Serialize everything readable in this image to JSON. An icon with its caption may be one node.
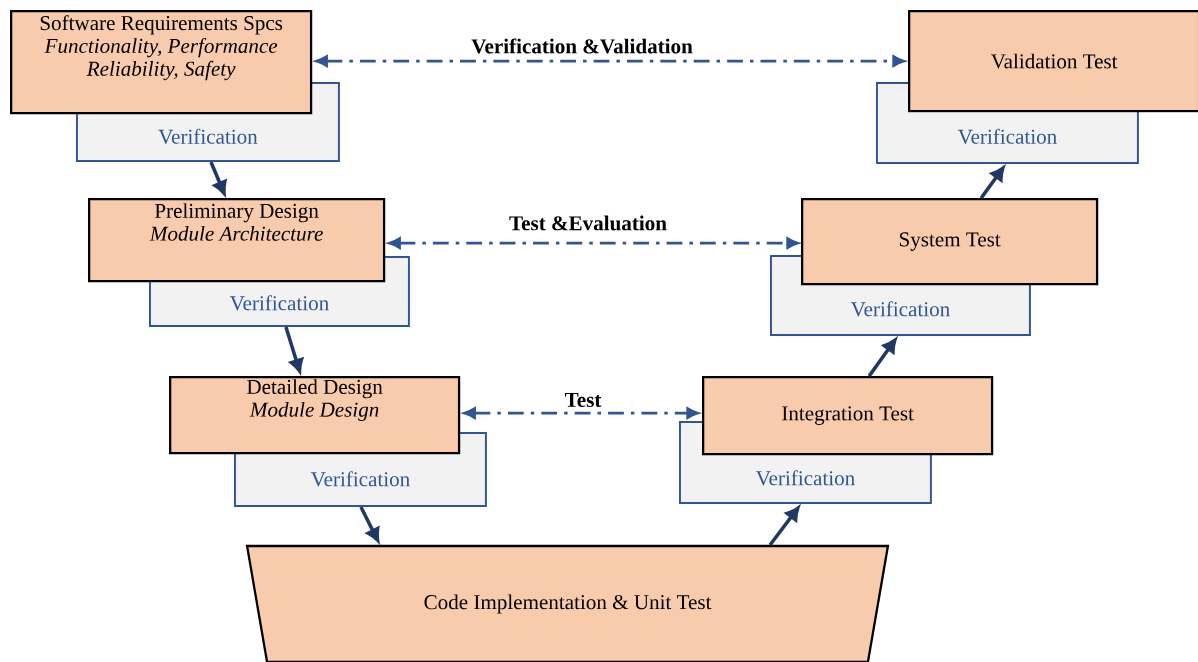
{
  "diagram": {
    "nodes": [
      {
        "text": [
          "Software Requirements Spcs",
          "Functionality, Performance Reliability, Safety"
        ]
      },
      {
        "text": [
          "Verification"
        ]
      },
      {
        "text": [
          "Preliminary Design",
          "Module Architecture"
        ]
      },
      {
        "text": [
          "Verification"
        ]
      },
      {
        "text": [
          "Detailed Design",
          "Module Design"
        ]
      },
      {
        "text": [
          "Verification"
        ]
      },
      {
        "text": [
          "Code Implementation & Unit Test"
        ]
      },
      {
        "text": [
          "Integration Test"
        ]
      },
      {
        "text": [
          "Verification"
        ]
      },
      {
        "text": [
          "System Test"
        ]
      },
      {
        "text": [
          "Verification"
        ]
      },
      {
        "text": [
          "Validation Test"
        ]
      },
      {
        "text": [
          "Verification"
        ]
      }
    ],
    "edges": [
      {
        "from": 1,
        "to": 2,
        "arrow": "to"
      },
      {
        "from": 3,
        "to": 4,
        "arrow": "to"
      },
      {
        "from": 5,
        "to": 6,
        "arrow": "to"
      },
      {
        "from": 6,
        "to": 8,
        "arrow": "to"
      },
      {
        "from": 7,
        "to": 10,
        "arrow": "to"
      },
      {
        "from": 9,
        "to": 12,
        "arrow": "to"
      },
      {
        "from": 0,
        "to": 11,
        "arrow": "both",
        "label": "Verification &Validation",
        "style": "dashed",
        "color": "#2f5597"
      },
      {
        "from": 2,
        "to": 9,
        "arrow": "both",
        "label": "Test &Evaluation",
        "style": "dashed",
        "color": "#2f5597"
      },
      {
        "from": 4,
        "to": 7,
        "arrow": "both",
        "label": "Test",
        "style": "dashed",
        "color": "#2f5597"
      }
    ]
  }
}
